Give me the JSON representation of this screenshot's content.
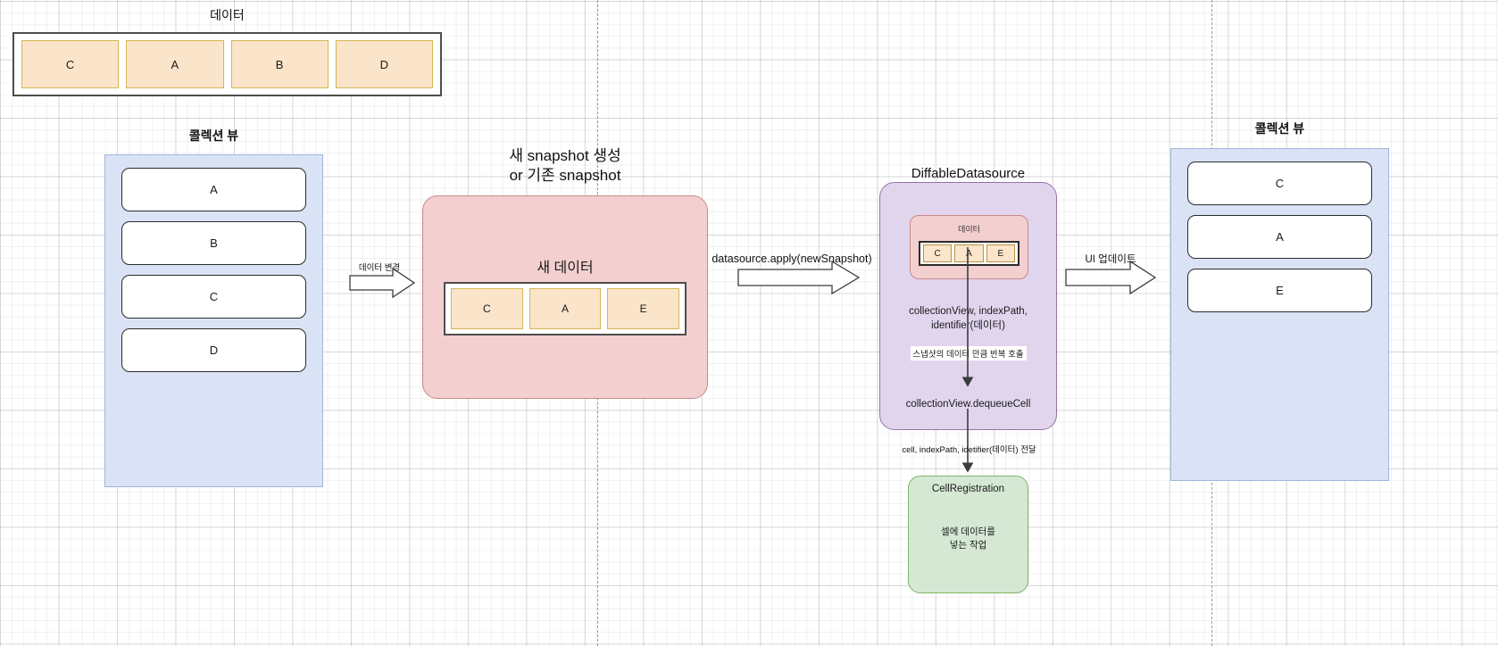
{
  "diagram": {
    "title_top": "데이터",
    "top_data": {
      "label": "데이터",
      "items": [
        "C",
        "A",
        "B",
        "D"
      ]
    },
    "collection_left": {
      "title": "콜렉션 뷰",
      "cells": [
        "A",
        "B",
        "C",
        "D"
      ]
    },
    "collection_right": {
      "title": "콜렉션 뷰",
      "cells": [
        "C",
        "A",
        "E"
      ]
    },
    "snapshot": {
      "title": "새 snapshot 생성\nor 기존 snapshot",
      "inner_title": "새 데이터",
      "items": [
        "C",
        "A",
        "E"
      ]
    },
    "datasource": {
      "title": "DiffableDatasource",
      "data_label": "데이터",
      "data_items": [
        "C",
        "A",
        "E"
      ],
      "step1": "collectionView, indexPath,\nidentifier(데이터)",
      "loop_note": "스냅샷의 데이터 만큼 반복 호출",
      "step2": "collectionView.dequeueCell"
    },
    "cell_registration": {
      "title": "CellRegistration",
      "body": "셀에 데이터를\n넣는 작업"
    },
    "arrows": {
      "data_change": "데이터 변경",
      "apply": "datasource.apply(newSnapshot)",
      "ui_update": "UI 업데이트",
      "cell_pass": "cell, indexPath, idetifier(데이터) 전달"
    },
    "colors": {
      "snapshot_fill": "#f3cfcf",
      "datasource_fill": "#e1d5ee",
      "cellreg_fill": "#d5e8d4",
      "collection_fill": "#dae3f6",
      "chip_fill": "#fae5ca"
    }
  }
}
